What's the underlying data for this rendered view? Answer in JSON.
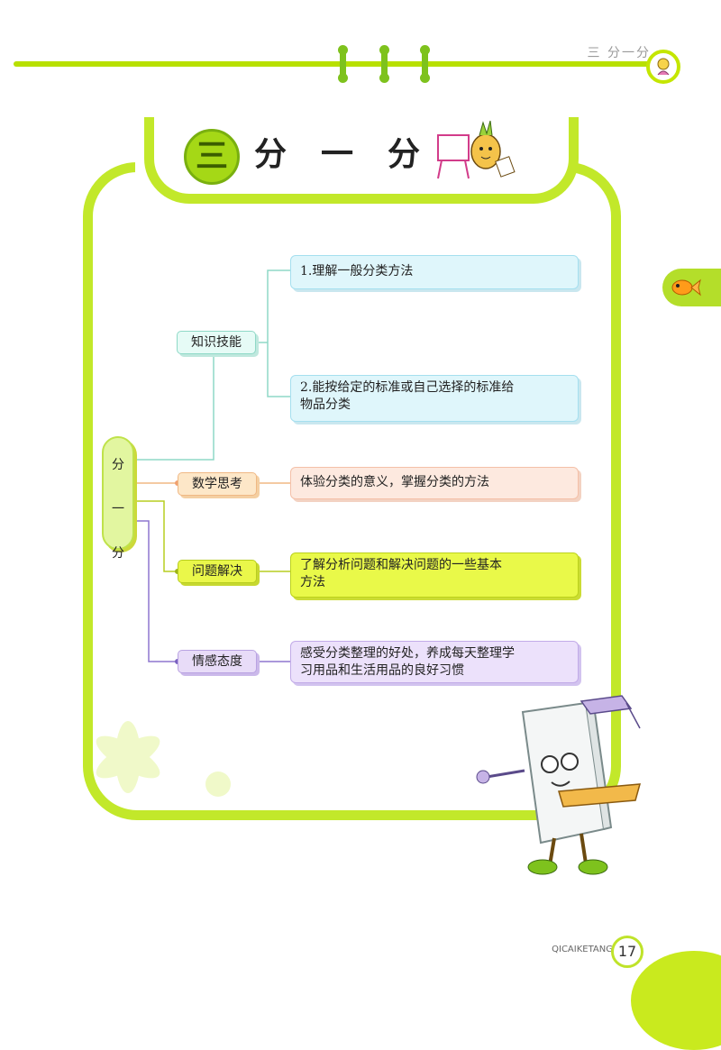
{
  "header": {
    "chapter_label": "三  分一分"
  },
  "title": {
    "number": "三",
    "text": "分一分"
  },
  "mindmap": {
    "root": [
      "分",
      "一",
      "分"
    ],
    "categories": [
      {
        "label": "知识技能"
      },
      {
        "label": "数学思考"
      },
      {
        "label": "问题解决"
      },
      {
        "label": "情感态度"
      }
    ],
    "leaves": [
      {
        "line1": "1.理解一般分类方法",
        "line2": ""
      },
      {
        "line1": "2.能按给定的标准或自己选择的标准给",
        "line2": "物品分类"
      },
      {
        "line1": "体验分类的意义，掌握分类的方法",
        "line2": ""
      },
      {
        "line1": "了解分析问题和解决问题的一些基本",
        "line2": "方法"
      },
      {
        "line1": "感受分类整理的好处，养成每天整理学",
        "line2": "习用品和生活用品的良好习惯"
      }
    ]
  },
  "footer": {
    "brand": "QICAIKETANG",
    "page_number": "17"
  },
  "colors": {
    "accent_green": "#c2e82a",
    "leaf_blue": "#dff6fb",
    "leaf_orange": "#fde9df",
    "leaf_yellow": "#e9f949",
    "leaf_purple": "#ece1fb"
  },
  "icons": {
    "side_tab": "goldfish-icon",
    "title_mascot": "pineapple-painter-icon",
    "corner_badge": "mascot-badge-icon",
    "book_mascot": "book-character-icon"
  }
}
